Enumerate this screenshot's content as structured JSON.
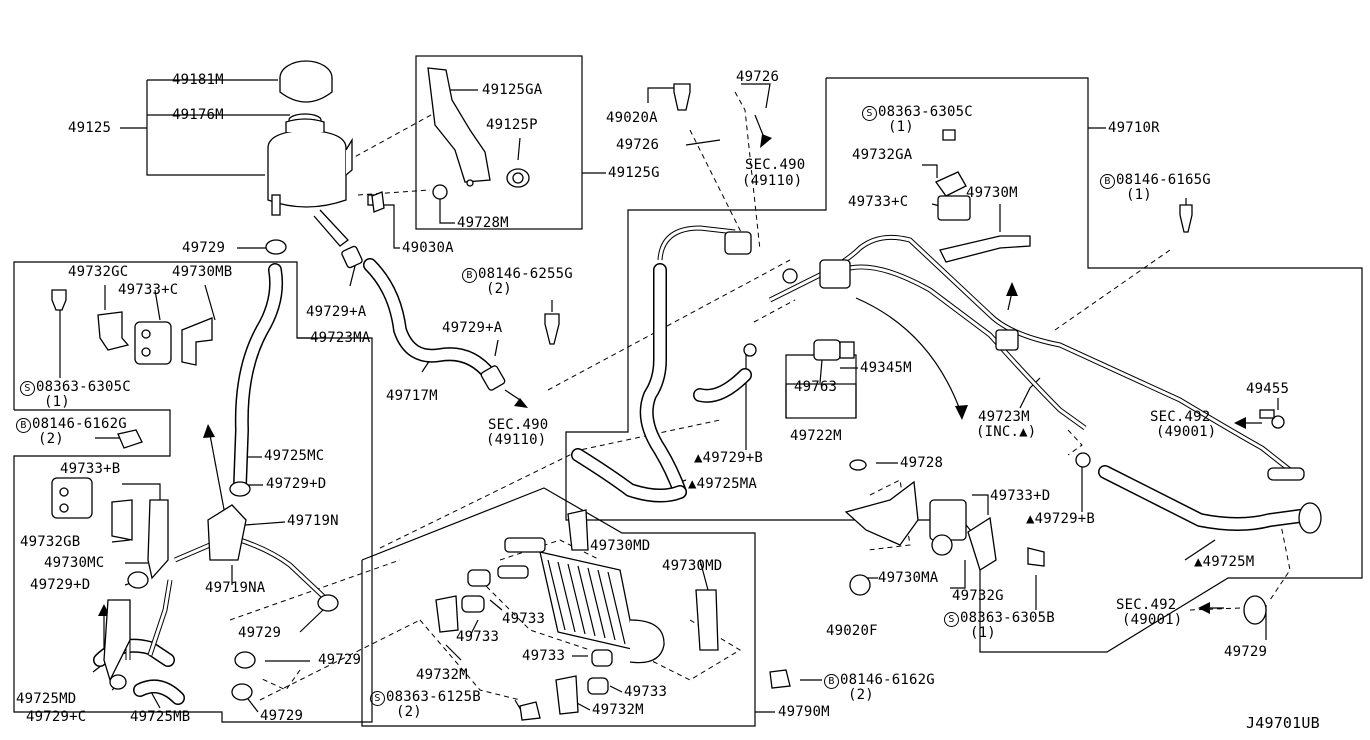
{
  "diagram_id": "J49701UB",
  "callouts": {
    "c49181M": "49181M",
    "c49176M": "49176M",
    "c49125": "49125",
    "c49729_top": "49729",
    "c49125GA": "49125GA",
    "c49125P": "49125P",
    "c49125G": "49125G",
    "c49728M": "49728M",
    "c49030A": "49030A",
    "c49020A": "49020A",
    "c49726a": "49726",
    "c49726b": "49726",
    "sec490a_1": "SEC.490",
    "sec490a_2": "(49110)",
    "c49710R": "49710R",
    "s08363_6305C_top": "08363-6305C",
    "s08363_6305C_top_q": "(1)",
    "c49732GA": "49732GA",
    "c49733C_top": "49733+C",
    "c49730M": "49730M",
    "b08146_6165G": "08146-6165G",
    "b08146_6165G_q": "(1)",
    "b08146_6255G": "08146-6255G",
    "b08146_6255G_q": "(2)",
    "c49729A_1": "49729+A",
    "c49729A_2": "49729+A",
    "c49732GC": "49732GC",
    "c49730MB": "49730MB",
    "c49733C_left": "49733+C",
    "c49723MA": "49723MA",
    "s08363_6305C_left": "08363-6305C",
    "s08363_6305C_left_q": "(1)",
    "c49717M": "49717M",
    "sec490b_1": "SEC.490",
    "sec490b_2": "(49110)",
    "b08146_6162G_left": "08146-6162G",
    "b08146_6162G_left_q": "(2)",
    "c49733B": "49733+B",
    "c49725MC": "49725MC",
    "c49729D_1": "49729+D",
    "c49719N": "49719N",
    "c49732GB": "49732GB",
    "c49730MC": "49730MC",
    "c49729D_2": "49729+D",
    "c49719NA": "49719NA",
    "c49729_l1": "49729",
    "c49729_l2": "49729",
    "c49729_l3": "49729",
    "c49725MD": "49725MD",
    "c49729C": "49729+C",
    "c49725MB": "49725MB",
    "c49345M": "49345M",
    "c49763": "49763",
    "c49722M": "49722M",
    "c49729B_1": "▲49729+B",
    "c49725MA": "▲49725MA",
    "c49723M_1": "49723M",
    "c49723M_2": "(INC.▲)",
    "c49455": "49455",
    "sec492a_1": "SEC.492",
    "sec492a_2": "(49001)",
    "c49728": "49728",
    "c49733D": "49733+D",
    "c49729B_2": "▲49729+B",
    "c49730MA": "49730MA",
    "c49732G": "49732G",
    "c49020F": "49020F",
    "s08363_6305B": "08363-6305B",
    "s08363_6305B_q": "(1)",
    "c49725M": "▲49725M",
    "sec492b_1": "SEC.492",
    "sec492b_2": "(49001)",
    "c49729_r": "49729",
    "c49730MD_1": "49730MD",
    "c49730MD_2": "49730MD",
    "c49733_1": "49733",
    "c49733_2": "49733",
    "c49733_3": "49733",
    "c49733_4": "49733",
    "c49732M_1": "49732M",
    "c49732M_2": "49732M",
    "s08363_6125B": "08363-6125B",
    "s08363_6125B_q": "(2)",
    "b08146_6162G_bot": "08146-6162G",
    "b08146_6162G_bot_q": "(2)",
    "c49790M": "49790M"
  },
  "markers": {
    "s": "S",
    "b": "B"
  }
}
